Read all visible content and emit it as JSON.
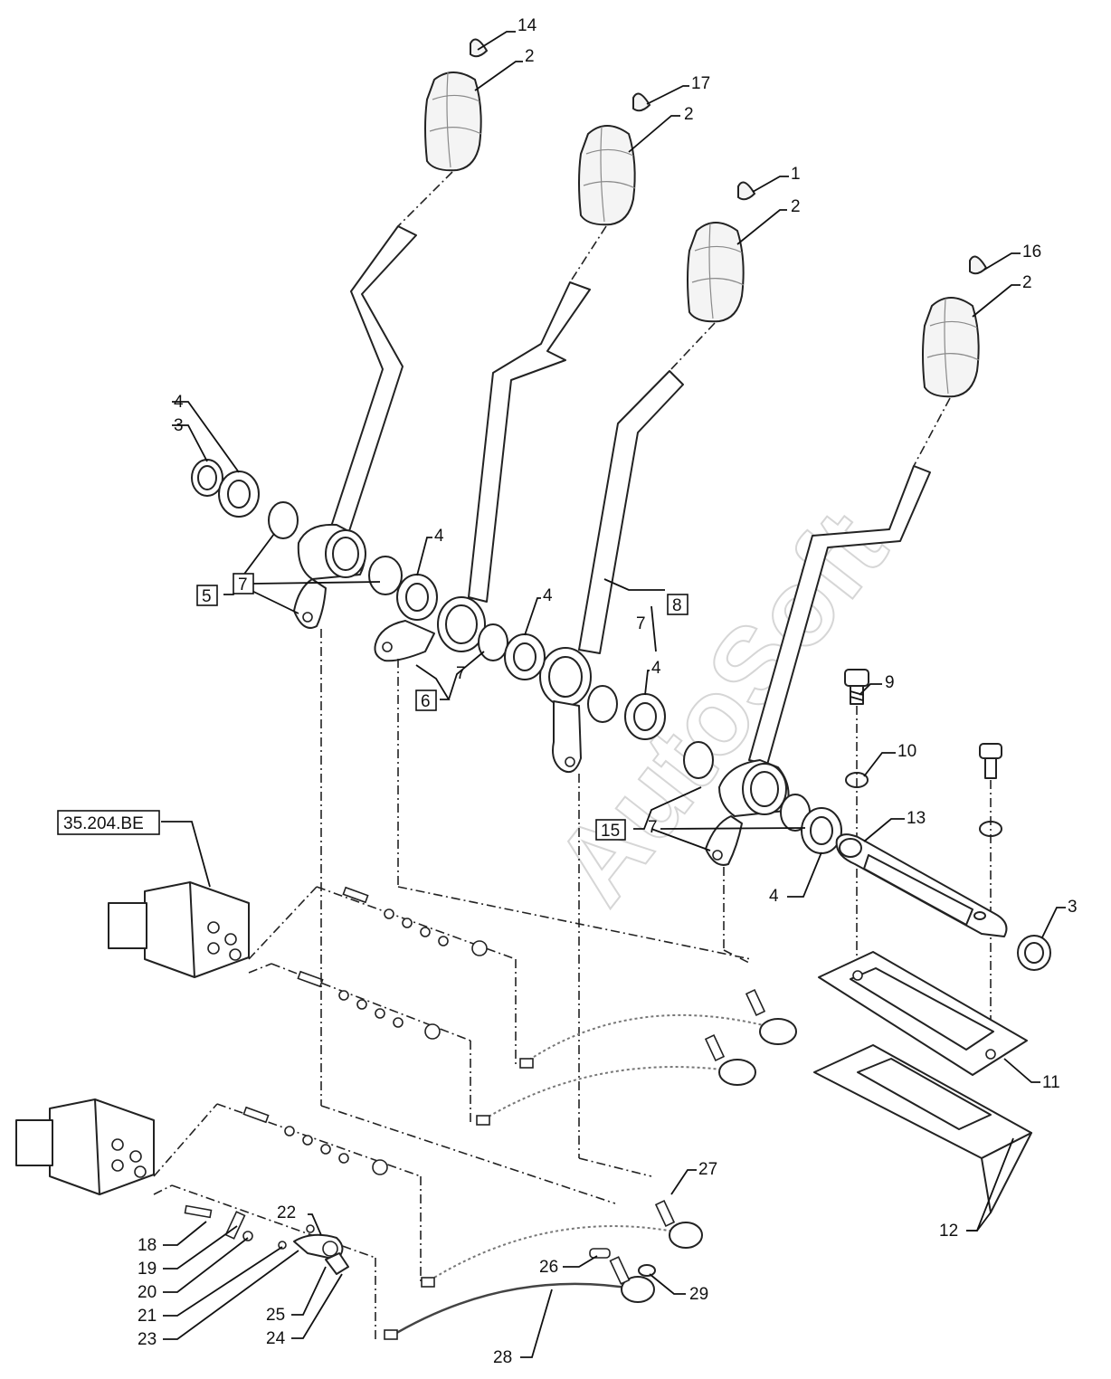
{
  "watermark": "AutoSoft",
  "reference_box": "35.204.BE",
  "callouts": {
    "c14": "14",
    "c17": "17",
    "c1": "1",
    "c16": "16",
    "c2a": "2",
    "c2b": "2",
    "c2c": "2",
    "c2d": "2",
    "c4a": "4",
    "c3a": "3",
    "c4b": "4",
    "c4c": "4",
    "c4d": "4",
    "c4e": "4",
    "c5": "5",
    "c7a": "7",
    "c6": "6",
    "c7b": "7",
    "c8": "8",
    "c7c": "7",
    "c15": "15",
    "c7d": "7",
    "c9": "9",
    "c10": "10",
    "c13": "13",
    "c3b": "3",
    "c11": "11",
    "c12": "12",
    "c27": "27",
    "c26": "26",
    "c29": "29",
    "c28": "28",
    "c22": "22",
    "c18": "18",
    "c19": "19",
    "c20": "20",
    "c21": "21",
    "c23": "23",
    "c25": "25",
    "c24": "24"
  }
}
